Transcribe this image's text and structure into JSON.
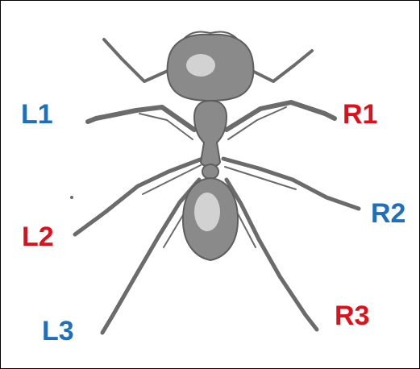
{
  "labels": {
    "L1": {
      "text": "L1",
      "color": "#1f6fbf"
    },
    "R1": {
      "text": "R1",
      "color": "#e0101a"
    },
    "L2": {
      "text": "L2",
      "color": "#e0101a"
    },
    "R2": {
      "text": "R2",
      "color": "#1f6fbf"
    },
    "L3": {
      "text": "L3",
      "color": "#1f6fbf"
    },
    "R3": {
      "text": "R3",
      "color": "#e0101a"
    }
  },
  "illustration": {
    "subject": "ant-dorsal-view",
    "stroke_color": "#6b6b6b",
    "fill_color": "#8a8a8a"
  }
}
